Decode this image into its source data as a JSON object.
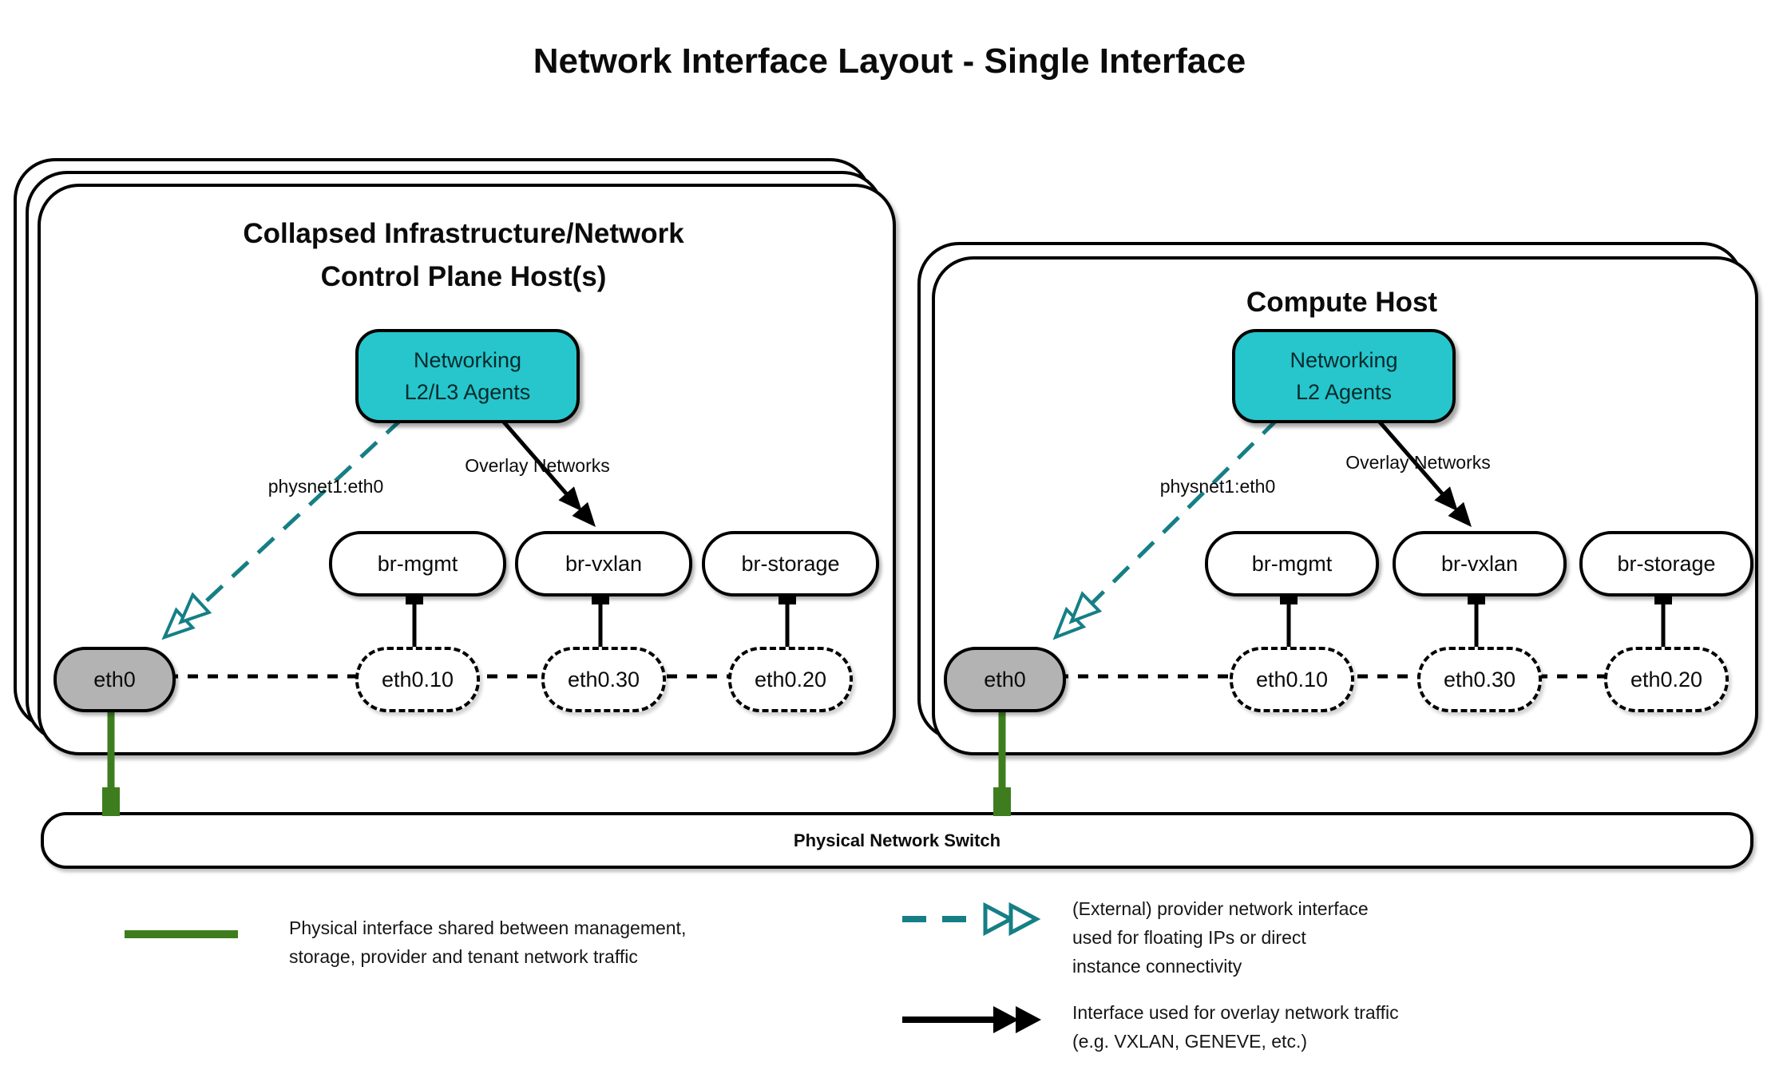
{
  "title": "Network Interface Layout - Single Interface",
  "left_host": {
    "title_line1": "Collapsed Infrastructure/Network",
    "title_line2": "Control Plane Host(s)",
    "agent_line1": "Networking",
    "agent_line2": "L2/L3 Agents",
    "provider_arrow_label": "physnet1:eth0",
    "overlay_arrow_label": "Overlay Networks",
    "bridges": [
      "br-mgmt",
      "br-vxlan",
      "br-storage"
    ],
    "subinterfaces": [
      "eth0.10",
      "eth0.30",
      "eth0.20"
    ],
    "physical_interface": "eth0"
  },
  "right_host": {
    "title": "Compute Host",
    "agent_line1": "Networking",
    "agent_line2": "L2 Agents",
    "provider_arrow_label": "physnet1:eth0",
    "overlay_arrow_label": "Overlay Networks",
    "bridges": [
      "br-mgmt",
      "br-vxlan",
      "br-storage"
    ],
    "subinterfaces": [
      "eth0.10",
      "eth0.30",
      "eth0.20"
    ],
    "physical_interface": "eth0"
  },
  "switch_bar": {
    "label": "Physical Network Switch"
  },
  "legend": {
    "physical": {
      "line1": "Physical interface shared between management,",
      "line2": "storage, provider and tenant network traffic"
    },
    "provider": {
      "line1": "(External) provider network interface",
      "line2": "used for floating IPs or direct",
      "line3": "instance connectivity"
    },
    "overlay": {
      "line1": "Interface used for overlay network traffic",
      "line2": "(e.g. VXLAN, GENEVE, etc.)"
    }
  },
  "colors": {
    "agent_fill": "#26c6cc",
    "provider_arrow": "#157f85",
    "physical_link": "#3e7d1e",
    "interface_fill": "#b3b3b3"
  }
}
